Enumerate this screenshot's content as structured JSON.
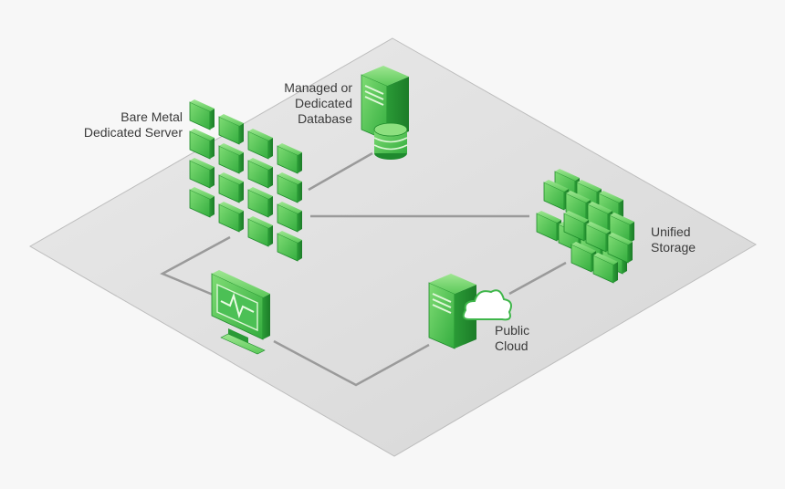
{
  "labels": {
    "bare_metal": [
      "Bare Metal",
      "Dedicated Server"
    ],
    "database": [
      "Managed or",
      "Dedicated",
      "Database"
    ],
    "storage": [
      "Unified",
      "Storage"
    ],
    "cloud": [
      "Public",
      "Cloud"
    ]
  },
  "colors": {
    "background": "#f7f7f7",
    "platform": "#e1e1e1",
    "platform_edge": "#bdbdbd",
    "connector": "#9a9a9a",
    "green_light": "#72d46a",
    "green_mid": "#3fb64a",
    "green_dark": "#1f8a2e"
  }
}
